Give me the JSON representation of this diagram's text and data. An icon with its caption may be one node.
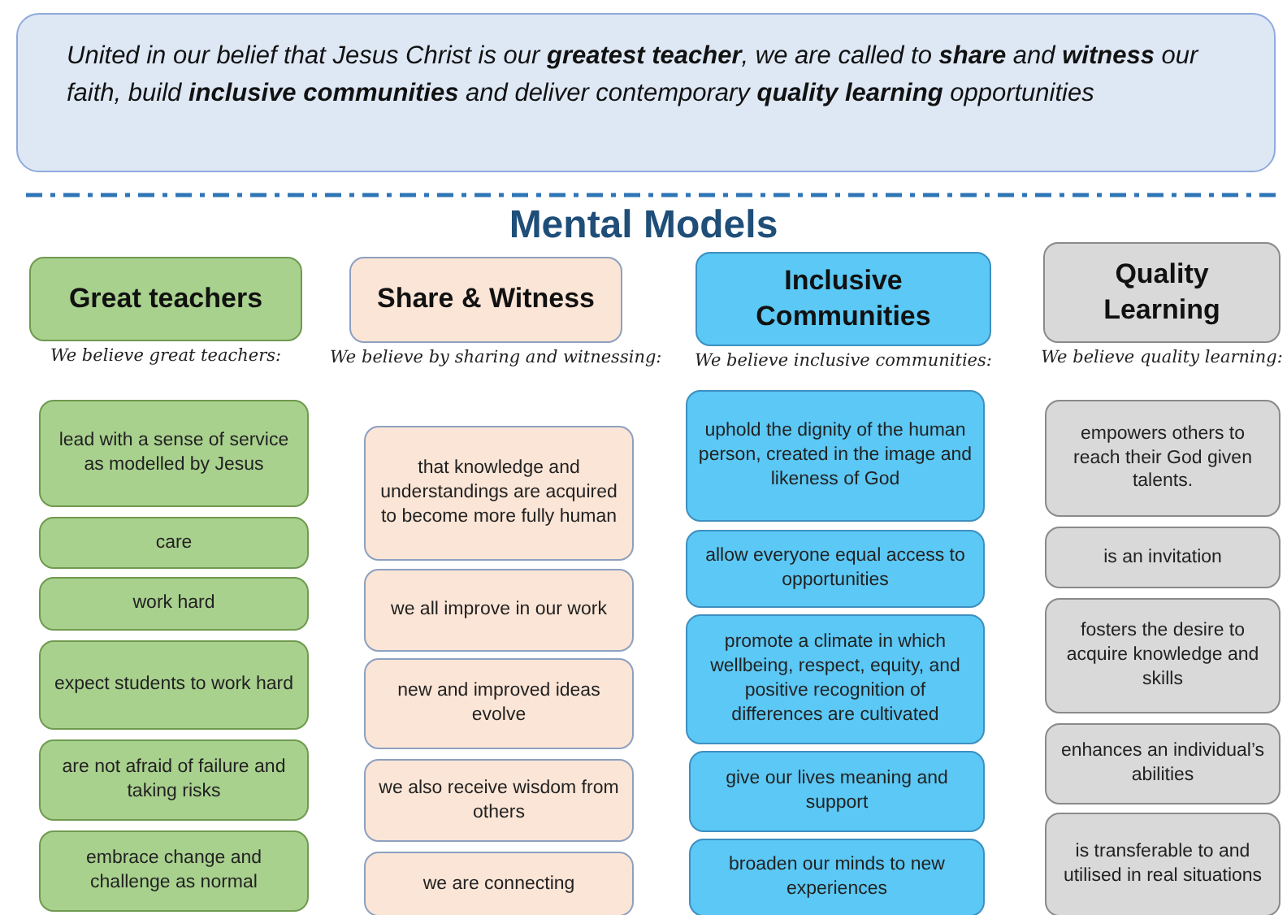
{
  "diagram": {
    "title": "Mental Models",
    "nodes": [
      {
        "text": [
          "United in our belief that Jesus Christ is our **greatest teacher**, we are called to **share** and **witness** our faith, build **inclusive communities** and deliver contemporary **quality learning** opportunities"
        ]
      },
      {
        "text": [
          "Great teachers"
        ],
        "beside": [
          "We believe great teachers:"
        ]
      },
      {
        "text": [
          "lead with a sense of service as modelled by Jesus"
        ]
      },
      {
        "text": [
          "care"
        ]
      },
      {
        "text": [
          "work hard"
        ]
      },
      {
        "text": [
          "expect students to work hard"
        ]
      },
      {
        "text": [
          "are not afraid of failure and taking risks"
        ]
      },
      {
        "text": [
          "embrace change and challenge as normal"
        ]
      },
      {
        "text": [
          "Share & Witness"
        ],
        "beside": [
          "We believe by sharing and witnessing:"
        ]
      },
      {
        "text": [
          "that knowledge and understandings are acquired to become more fully human"
        ]
      },
      {
        "text": [
          "we all improve in our work"
        ]
      },
      {
        "text": [
          "new and improved ideas evolve"
        ]
      },
      {
        "text": [
          "we also receive wisdom from others"
        ]
      },
      {
        "text": [
          "we are connecting"
        ]
      },
      {
        "text": [
          "Inclusive Communities"
        ],
        "beside": [
          "We believe inclusive communities:"
        ]
      },
      {
        "text": [
          "uphold the dignity of the human person, created in the image and likeness of God"
        ]
      },
      {
        "text": [
          "allow everyone equal access to opportunities"
        ]
      },
      {
        "text": [
          "promote a climate in which wellbeing, respect, equity, and positive recognition of differences are cultivated"
        ]
      },
      {
        "text": [
          "give our lives meaning and support"
        ]
      },
      {
        "text": [
          "broaden our minds to new experiences"
        ]
      },
      {
        "text": [
          "Quality Learning"
        ],
        "beside": [
          "We believe quality learning:"
        ]
      },
      {
        "text": [
          "empowers others to reach their God given talents."
        ]
      },
      {
        "text": [
          "is an invitation"
        ]
      },
      {
        "text": [
          "fosters the desire to acquire knowledge and skills"
        ]
      },
      {
        "text": [
          "enhances an individual’s abilities"
        ]
      },
      {
        "text": [
          "is transferable to and utilised in real situations"
        ]
      }
    ],
    "edges": []
  }
}
